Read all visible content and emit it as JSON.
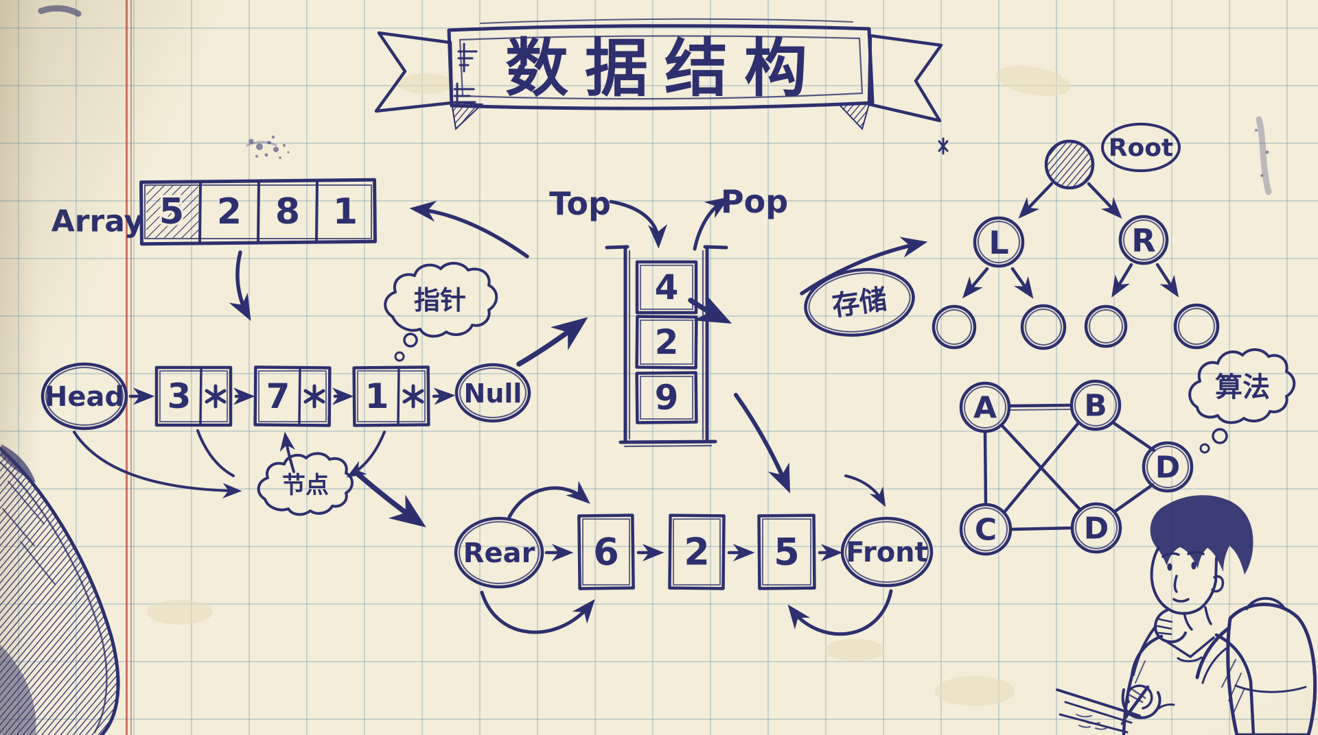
{
  "title": {
    "banner_text": "数据结构"
  },
  "array": {
    "label": "Array",
    "cells": [
      "5",
      "2",
      "8",
      "1"
    ]
  },
  "linked_list": {
    "head_label": "Head",
    "null_label": "Null",
    "nodes": [
      {
        "value": "3",
        "pointer": "*"
      },
      {
        "value": "7",
        "pointer": "*"
      },
      {
        "value": "1",
        "pointer": "*"
      }
    ],
    "pointer_cloud_label": "指针",
    "node_cloud_label": "节点"
  },
  "stack": {
    "top_label": "Top",
    "pop_label": "Pop",
    "values": [
      "4",
      "2",
      "9"
    ]
  },
  "queue": {
    "rear_label": "Rear",
    "front_label": "Front",
    "values": [
      "6",
      "2",
      "5"
    ]
  },
  "tree": {
    "root_label": "Root",
    "left_child_label": "L",
    "right_child_label": "R"
  },
  "graph": {
    "node_labels": [
      "A",
      "B",
      "D",
      "C",
      "D"
    ]
  },
  "annotations": {
    "storage_label": "存储",
    "algorithm_label": "算法"
  },
  "colors": {
    "ink": "#2d2f6e",
    "paper": "#f3edd9",
    "grid_line": "#b9cfdc",
    "margin_line": "#c0554a"
  }
}
